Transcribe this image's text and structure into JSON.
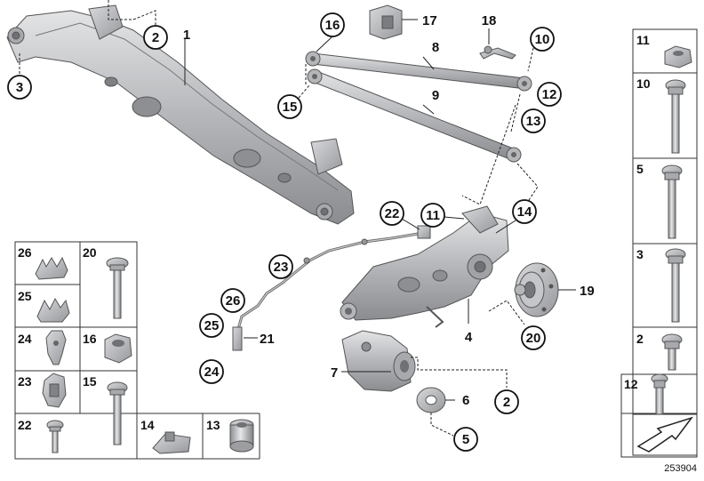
{
  "diagram": {
    "reference": "253904",
    "labels": {
      "l1": "1",
      "l2a": "2",
      "l3": "3",
      "l16": "16",
      "l17": "17",
      "l18": "18",
      "l10": "10",
      "l8": "8",
      "l9": "9",
      "l15": "15",
      "l12": "12",
      "l13": "13",
      "l22": "22",
      "l11": "11",
      "l14": "14",
      "l23": "23",
      "l26": "26",
      "l25": "25",
      "l21": "21",
      "l24": "24",
      "l19": "19",
      "l4": "4",
      "l20": "20",
      "l7": "7",
      "l2b": "2",
      "l6": "6",
      "l5": "5"
    },
    "left_grid": [
      "26",
      "20",
      "25",
      "24",
      "16",
      "23",
      "15",
      "22",
      "14",
      "13"
    ],
    "right_column": [
      "11",
      "10",
      "5",
      "3",
      "2"
    ],
    "bottom_right": "12"
  }
}
